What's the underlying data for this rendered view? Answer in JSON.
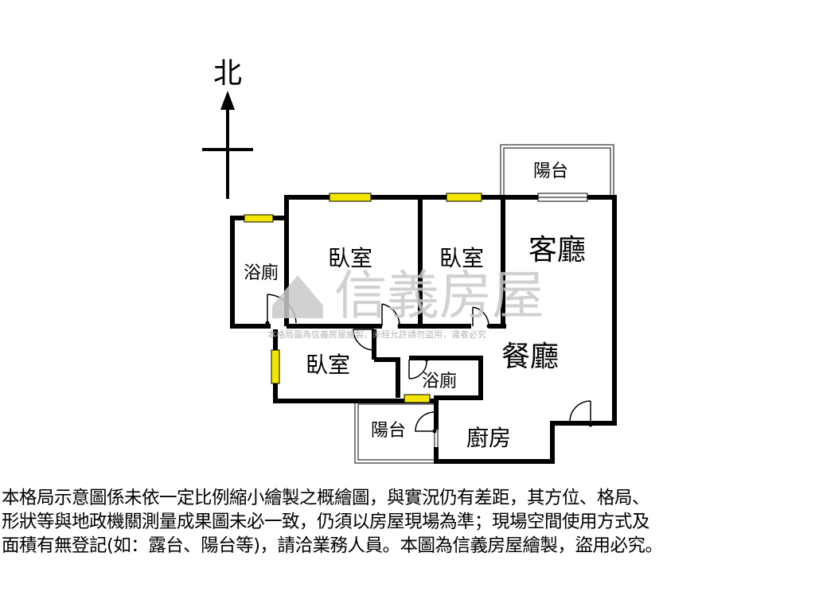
{
  "compass": {
    "north": "北"
  },
  "rooms": {
    "bedroom_1": "臥室",
    "bedroom_2": "臥室",
    "bedroom_3": "臥室",
    "bath_1": "浴廁",
    "bath_2": "浴廁",
    "living": "客廳",
    "dining": "餐廳",
    "kitchen": "廚房",
    "balcony_1": "陽台",
    "balcony_2": "陽台"
  },
  "watermark": {
    "brand": "信義房屋",
    "note": "本格局圖為信義房屋繪製，未經允許請勿盜用，違者必究"
  },
  "disclaimer": {
    "line1": "本格局示意圖係未依一定比例縮小繪製之概繪圖，與實況仍有差距，其方位、格局、",
    "line2": "形狀等與地政機關測量成果圖未必一致，仍須以房屋現場為準；現場空間使用方式及",
    "line3": "面積有無登記(如：露台、陽台等)，請洽業務人員。本圖為信義房屋繪製，盜用必究。"
  },
  "colors": {
    "wall": "#000000",
    "window": "#f2e600",
    "watermark": "#c9c9c9"
  }
}
